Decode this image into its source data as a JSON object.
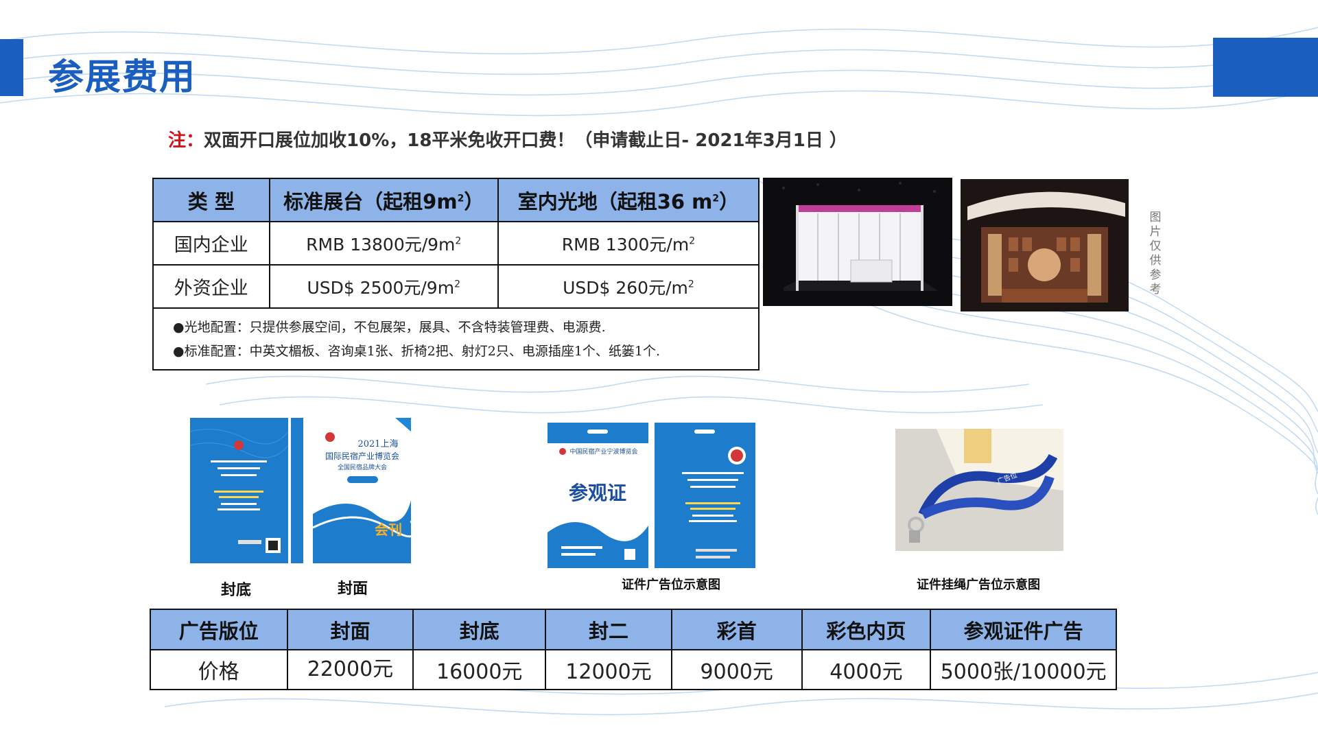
{
  "header": {
    "title": "参展费用"
  },
  "note": {
    "label": "注：",
    "text": "双面开口展位加收10%，18平米免收开口费！（申请截止日- 2021年3月1日 ）"
  },
  "pricing_table": {
    "headers": [
      "类 型",
      "标准展台（起租9m",
      "）",
      "室内光地（起租36 m",
      "）"
    ],
    "sup": "2",
    "rows": [
      {
        "type": "国内企业",
        "standard": "RMB 13800元/9m",
        "indoor": "RMB 1300元/m"
      },
      {
        "type": "外资企业",
        "standard": "USD$ 2500元/9m",
        "indoor": "USD$ 260元/m"
      }
    ],
    "notes": [
      "●光地配置：只提供参展空间，不包展架，展具、不含特装管理费、电源费.",
      "●标准配置：中英文楣板、咨询桌1张、折椅2把、射灯2只、电源插座1个、纸篓1个."
    ]
  },
  "images": {
    "reference_caption": "图片仅供参考",
    "back_cover_caption": "封底",
    "front_cover_caption": "封面",
    "badge_caption": "证件广告位示意图",
    "lanyard_caption": "证件挂绳广告位示意图",
    "front_cover_year": "2021上海",
    "front_cover_name": "国际民宿产业博览会",
    "front_cover_sub": "全国民宿品牌大会",
    "front_cover_tag": "会刊",
    "badge_text": "参观证",
    "badge_org": "中国民宿产业宁波博览会",
    "lanyard_text": "广告位"
  },
  "ad_table": {
    "headers": [
      "广告版位",
      "封面",
      "封底",
      "封二",
      "彩首",
      "彩色内页",
      "参观证件广告"
    ],
    "row_label": "价格",
    "prices": [
      "22000元",
      "16000元",
      "12000元",
      "9000元",
      "4000元",
      "5000张/10000元"
    ]
  },
  "colors": {
    "brand_blue": "#1a5fc0",
    "header_fill": "#8db3e8",
    "note_red": "#d0121b"
  }
}
